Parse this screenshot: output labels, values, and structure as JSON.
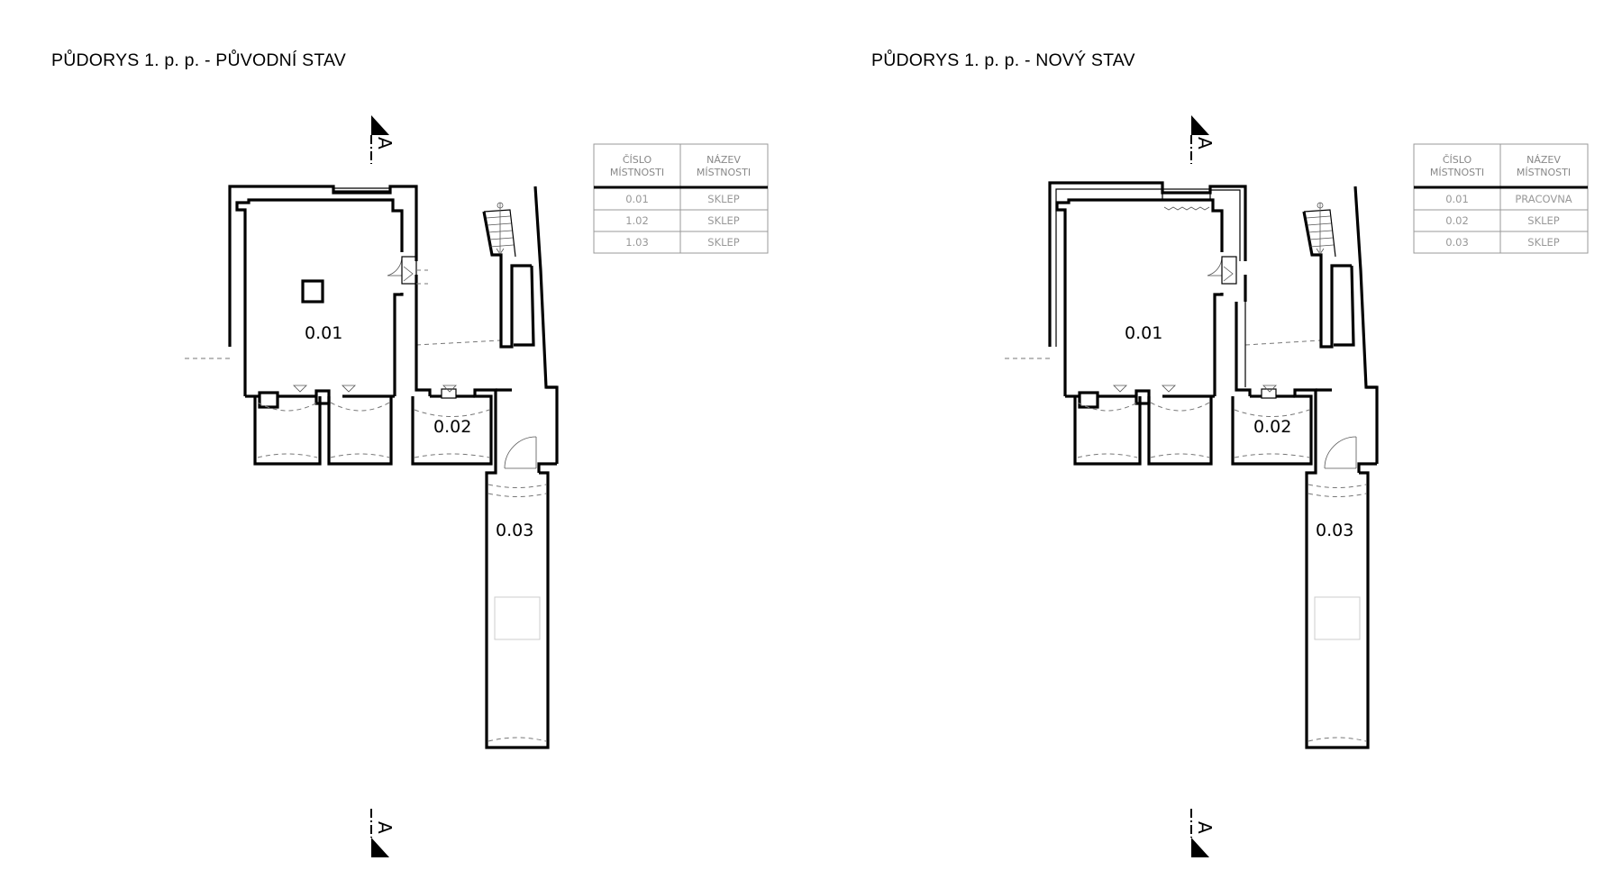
{
  "sheets": [
    {
      "title": "PŮDORYS 1. p. p. - PŮVODNÍ STAV",
      "section_mark": "A",
      "rooms": [
        "0.01",
        "0.02",
        "0.03"
      ],
      "table": {
        "headers": [
          "ČÍSLO MÍSTNOSTI",
          "NÁZEV MÍSTNOSTI"
        ],
        "rows": [
          [
            "0.01",
            "SKLEP"
          ],
          [
            "1.02",
            "SKLEP"
          ],
          [
            "1.03",
            "SKLEP"
          ]
        ]
      }
    },
    {
      "title": "PŮDORYS 1. p. p. - NOVÝ STAV",
      "section_mark": "A",
      "rooms": [
        "0.01",
        "0.02",
        "0.03"
      ],
      "table": {
        "headers": [
          "ČÍSLO MÍSTNOSTI",
          "NÁZEV MÍSTNOSTI"
        ],
        "rows": [
          [
            "0.01",
            "PRACOVNA"
          ],
          [
            "0.02",
            "SKLEP"
          ],
          [
            "0.03",
            "SKLEP"
          ]
        ]
      }
    }
  ]
}
